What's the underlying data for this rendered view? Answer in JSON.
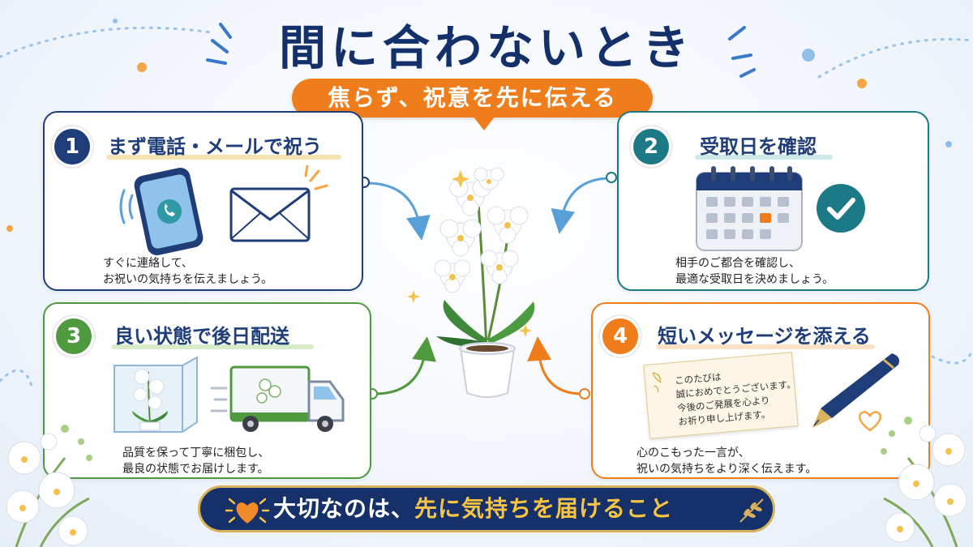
{
  "title": "間に合わないとき",
  "subtitle": "焦らず、祝意を先に伝える",
  "colors": {
    "navy": "#1f3d78",
    "teal": "#1b7a86",
    "green": "#4f9a3f",
    "orange": "#ef7d1b",
    "gold": "#d8b25a"
  },
  "steps": [
    {
      "number": "1",
      "title": "まず電話・メールで祝う",
      "lines": [
        "すぐに連絡して、",
        "お祝いの気持ちを伝えましょう。"
      ]
    },
    {
      "number": "2",
      "title": "受取日を確認",
      "lines": [
        "相手のご都合を確認し、",
        "最適な受取日を決めましょう。"
      ]
    },
    {
      "number": "3",
      "title": "良い状態で後日配送",
      "lines": [
        "品質を保って丁寧に梱包し、",
        "最良の状態でお届けします。"
      ]
    },
    {
      "number": "4",
      "title": "短いメッセージを添える",
      "lines": [
        "心のこもった一言が、",
        "祝いの気持ちをより深く伝えます。"
      ]
    }
  ],
  "message_card": {
    "lines": [
      "このたびは",
      "誠におめでとうございます。",
      "今後のご発展を心より",
      "お祈り申し上げます。"
    ]
  },
  "banner": {
    "prefix": "大切なのは、",
    "highlight": "先に気持ちを届けること"
  },
  "icons": [
    "phone-icon",
    "envelope-icon",
    "calendar-icon",
    "checkmark-icon",
    "box-icon",
    "truck-icon",
    "pen-icon",
    "heart-icon",
    "orchid-icon"
  ]
}
